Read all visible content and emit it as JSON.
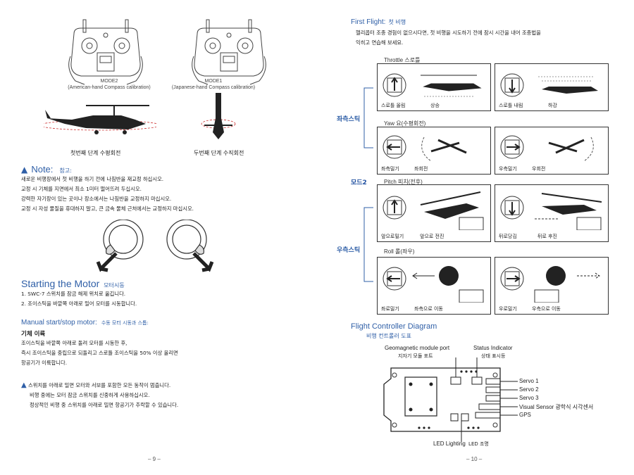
{
  "left": {
    "mode2_caption_1": "MODE2",
    "mode2_caption_2": "(American-hand Compass calibration)",
    "mode1_caption_1": "MODE1",
    "mode1_caption_2": "(Japanese-hand Compass calibration)",
    "step1_label": "첫번째 단계 수평회전",
    "step2_label": "두번째 단계 수직회전",
    "note_title": "Note:",
    "note_title_kr": "참고:",
    "note_lines": [
      "새로운 비행장에서 첫 비행을 하기 전에 나침반을 재교정 하십시오.",
      "교정 시 기체를 지면에서 최소 1미터 떨어뜨려 두십시오.",
      "강력한 자기장이 있는 곳이나 장소에서는 나침반을 교정하지 마십시오.",
      "교정 시 자성 물질을 휴대하지 말고, 큰 금속 물체 근처에서는 교정하지 마십시오."
    ],
    "motor_title": "Starting the Motor",
    "motor_title_kr": "모터시동",
    "motor_lines": [
      "1. SWC-7 스위치를 잠금 해제 위치로 옮깁니다.",
      "2. 조이스틱을 바깥쪽 아래로 밀어 모터를 시동합니다."
    ],
    "manual_title": "Manual start/stop motor:",
    "manual_title_kr": "수동 모터 시동과 스톱:",
    "takeoff_heading": "기체 이륙",
    "takeoff_lines": [
      "조이스틱을 바깥쪽 아래로 돌려 모터를 시동한 후,",
      "즉시 조이스틱을 중립으로 되돌리고 스로틀 조이스틱을 50% 이상 올리면",
      "항공기가 이륙합니다."
    ],
    "warning_lines": [
      "스위치를 아래로 밀면 모터와 서보를 포함한 모든 동작이 멈춥니다.",
      "비행 중에는 모터 잠금 스위치를 신중하게 사용하십시오.",
      "정상적인 비행 중 스위치를 아래로 밀면 항공기가 추락할 수 있습니다."
    ],
    "page_number": "– 9 –"
  },
  "right": {
    "first_flight_title": "First Flight:",
    "first_flight_title_kr": "첫 비행",
    "intro_lines": [
      "헬리콥터 조종 경험이 없으시다면, 첫 비행을 시도하기 전에 잠시 시간을 내어 조종법을",
      "익히고 연습해 보세요."
    ],
    "throttle_label": "Throttle 스로틀",
    "yaw_label": "Yaw 요(수평회전)",
    "pitch_label": "Pitch 피치(전후)",
    "roll_label": "Roll 롤(좌우)",
    "left_stick": "좌측스틱",
    "mode_label": "모드2",
    "right_stick": "우측스틱",
    "panels": [
      {
        "a": "스로틀 올림",
        "b": "상승"
      },
      {
        "a": "스로틀 내림",
        "b": "하강"
      },
      {
        "a": "좌측밀기",
        "b": "좌회전"
      },
      {
        "a": "우측밀기",
        "b": "우회전"
      },
      {
        "a": "앞으로밀기",
        "b": "앞으로 전진"
      },
      {
        "a": "뒤로당김",
        "b": "뒤로 후진"
      },
      {
        "a": "좌로밀기",
        "b": "좌측으로 이동"
      },
      {
        "a": "우로밀기",
        "b": "우측으로 이동"
      }
    ],
    "fc_title": "Flight Controller Diagram",
    "fc_title_kr": "비행 컨트롤러 도표",
    "fc_geo": "Geomagnetic module port",
    "fc_geo_kr": "지자기 모듈 포트",
    "fc_status": "Status Indicator",
    "fc_status_kr": "상태 표시등",
    "fc_servo1": "Servo 1",
    "fc_servo2": "Servo 2",
    "fc_servo3": "Servo 3",
    "fc_visual": "Visual Sensor 광학식 시각센서",
    "fc_gps": "GPS",
    "fc_led": "LED Lighting",
    "fc_led_kr": "LED 조명",
    "page_number": "– 10 –"
  }
}
